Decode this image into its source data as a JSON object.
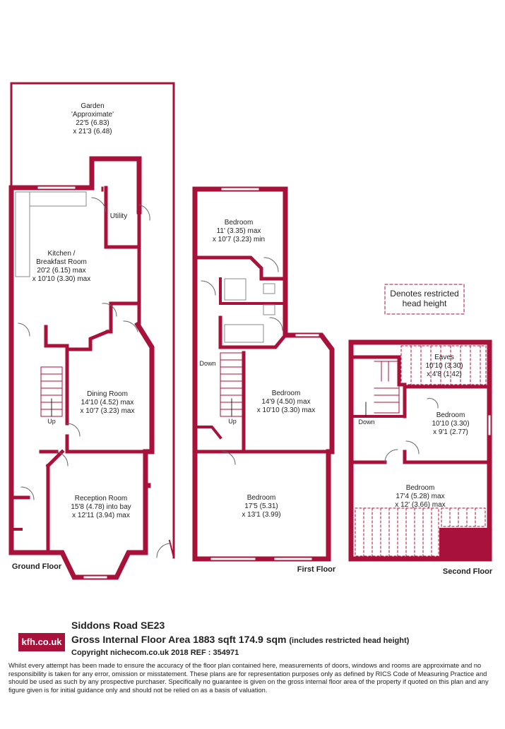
{
  "floors": {
    "ground": "Ground Floor",
    "first": "First Floor",
    "second": "Second Floor"
  },
  "rooms": {
    "garden": [
      "Garden",
      "'Approximate'",
      "22'5 (6.83)",
      "x 21'3 (6.48)"
    ],
    "utility": [
      "Utility"
    ],
    "kitchen": [
      "Kitchen /",
      "Breakfast Room",
      "20'2 (6.15) max",
      "x 10'10 (3.30) max"
    ],
    "dining": [
      "Dining Room",
      "14'10 (4.52) max",
      "x 10'7 (3.23) max"
    ],
    "reception": [
      "Reception Room",
      "15'8 (4.78) into bay",
      "x 12'11 (3.94) max"
    ],
    "bed1": [
      "Bedroom",
      "11' (3.35) max",
      "x 10'7 (3.23) min"
    ],
    "bed2": [
      "Bedroom",
      "14'9 (4.50) max",
      "x 10'10 (3.30) max"
    ],
    "bed3": [
      "Bedroom",
      "17'5 (5.31)",
      "x 13'1 (3.99)"
    ],
    "eaves": [
      "Eaves",
      "10'10 (3.30)",
      "x 4'8 (1.42)"
    ],
    "bed4": [
      "Bedroom",
      "10'10 (3.30)",
      "x 9'1 (2.77)"
    ],
    "bed5": [
      "Bedroom",
      "17'4 (5.28) max",
      "x 12' (3.66) max"
    ]
  },
  "stairs": {
    "ground_up": "Up",
    "first_down": "Down",
    "first_up": "Up",
    "second_down": "Down"
  },
  "legend": [
    "Denotes restricted",
    "head height"
  ],
  "colors": {
    "wall": "#a8123a",
    "logo": "#a8123a"
  },
  "footer": {
    "address": "Siddons Road  SE23",
    "gia": "Gross Internal Floor Area 1883 sqft 174.9 sqm",
    "gia_note": "(includes restricted head height)",
    "copyright": "Copyright nichecom.co.uk 2018 REF : 354971",
    "logo": "kfh.co.uk",
    "disclaimer": "Whilst every attempt has been made to ensure the accuracy of the floor plan contained here, measurements of doors, windows and rooms are approximate and no responsibility is taken for any error, omission or misstatement. These plans are for representation purposes only as defined by RICS Code of Measuring Practice and should be used as such by any prospective purchaser. Specifically no guarantee is given on the gross internal floor area of the property if quoted on this plan and any figure given is for initial guidance only and should not be relied on as a basis of valuation."
  }
}
